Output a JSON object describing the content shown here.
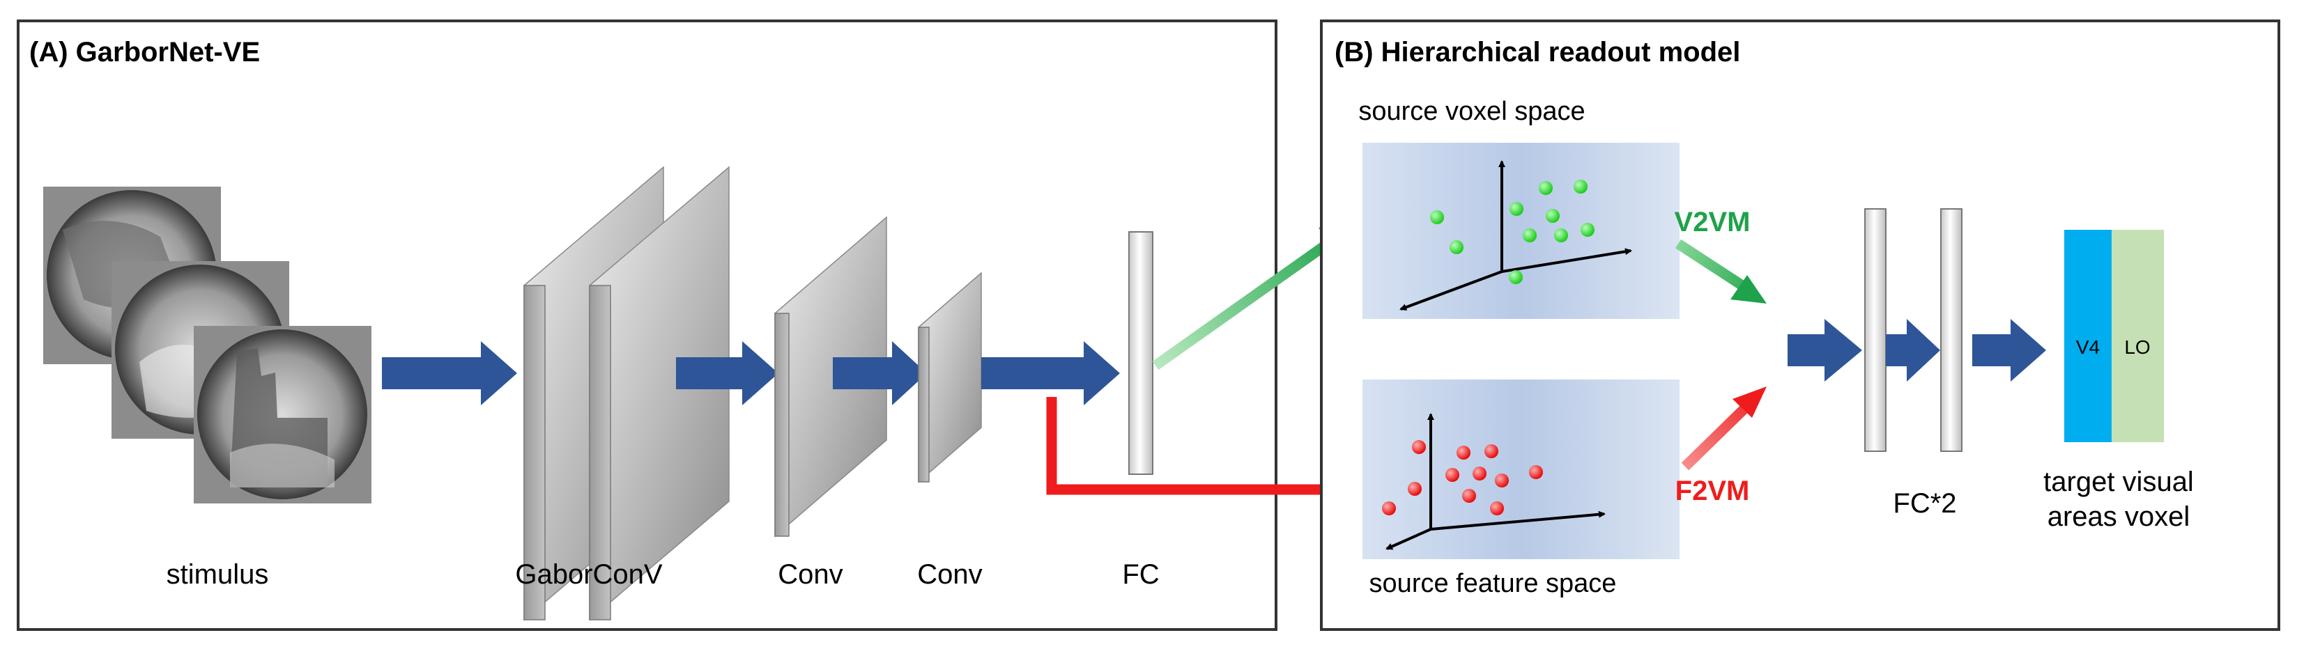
{
  "panel_a": {
    "title": "(A)  GarborNet-VE",
    "stimulus_label": "stimulus",
    "layer_labels": {
      "gabor": "GaborConV",
      "conv1": "Conv",
      "conv2": "Conv",
      "fc": "FC"
    }
  },
  "panel_b": {
    "title": "(B) Hierarchical readout model",
    "voxel_space_label": "source voxel space",
    "feature_space_label": "source feature space",
    "v2vm_label": "V2VM",
    "f2vm_label": "F2VM",
    "fc2_label": "FC*2",
    "target": {
      "v4_label": "V4",
      "lo_label": "LO",
      "caption_line1": "target visual",
      "caption_line2": "areas voxel"
    }
  },
  "colors": {
    "arrow_blue": "#2e5597",
    "green": "#1ea24b",
    "red": "#ee1c1c",
    "v4": "#00aeef",
    "lo": "#c5e0b4"
  }
}
